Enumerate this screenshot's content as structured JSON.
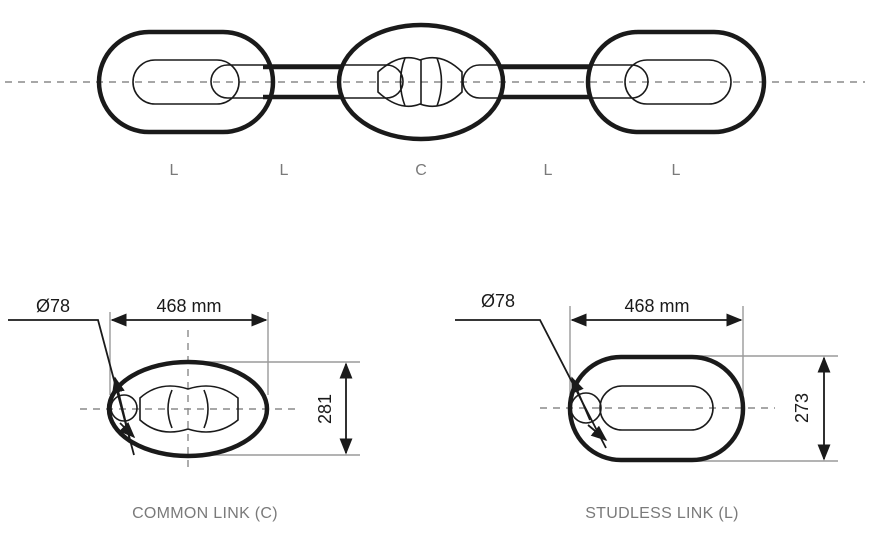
{
  "chain": {
    "link_labels": [
      "L",
      "L",
      "C",
      "L",
      "L"
    ]
  },
  "common_link": {
    "diameter_label": "Ø78",
    "length_label": "468 mm",
    "width_label": "281",
    "caption": "COMMON LINK (C)"
  },
  "studless_link": {
    "diameter_label": "Ø78",
    "length_label": "468 mm",
    "width_label": "273",
    "caption": "STUDLESS LINK (L)"
  }
}
